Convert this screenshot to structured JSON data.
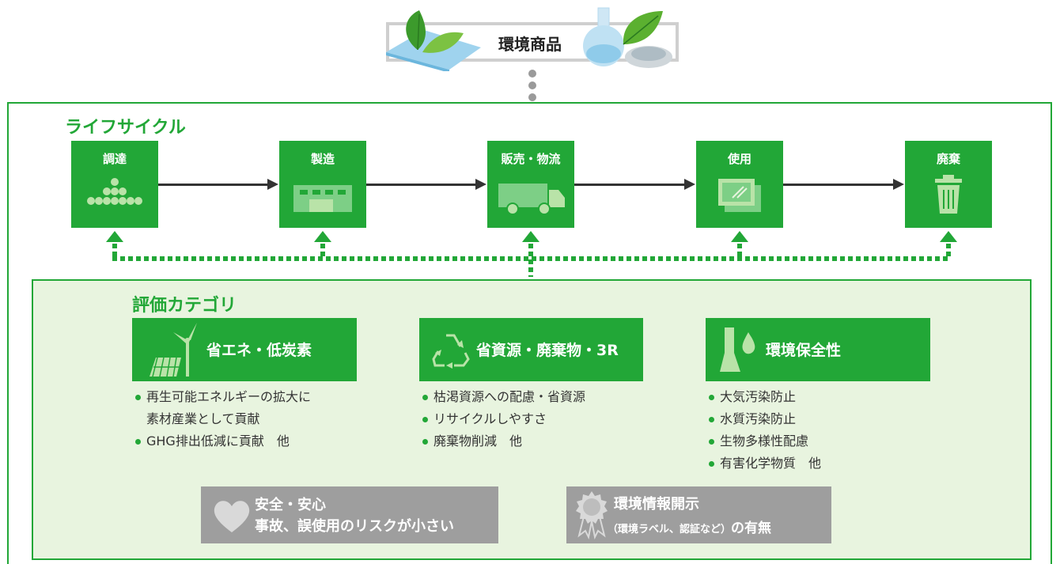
{
  "product": {
    "title": "環境商品"
  },
  "lifecycle": {
    "title": "ライフサイクル",
    "stages": [
      {
        "label": "調達",
        "icon": "materials-icon"
      },
      {
        "label": "製造",
        "icon": "factory-icon"
      },
      {
        "label": "販売・物流",
        "icon": "truck-icon"
      },
      {
        "label": "使用",
        "icon": "appliance-icon"
      },
      {
        "label": "廃棄",
        "icon": "trash-icon"
      }
    ]
  },
  "evaluation": {
    "title": "評価カテゴリ",
    "categories": [
      {
        "label": "省エネ・低炭素",
        "icon": "wind-solar-icon",
        "items": [
          "再生可能エネルギーの拡大に",
          "素材産業として貢献",
          "GHG排出低減に貢献　他"
        ]
      },
      {
        "label": "省資源・廃棄物・3R",
        "icon": "recycle-icon",
        "items": [
          "枯渇資源への配慮・省資源",
          "リサイクルしやすさ",
          "廃棄物削減　他"
        ]
      },
      {
        "label": "環境保全性",
        "icon": "flask-drop-icon",
        "items": [
          "大気汚染防止",
          "水質汚染防止",
          "生物多様性配慮",
          "有害化学物質　他"
        ]
      }
    ],
    "safety": {
      "line1": "安全・安心",
      "line2": "事故、誤使用のリスクが小さい",
      "icon": "heart-icon"
    },
    "disclosure": {
      "line1": "環境情報開示",
      "note": "（環境ラベル、認証など）",
      "suffix": "の有無",
      "icon": "badge-icon"
    }
  },
  "colors": {
    "accent": "#22a737",
    "pale": "#e8f4df",
    "gray": "#9e9e9e"
  }
}
